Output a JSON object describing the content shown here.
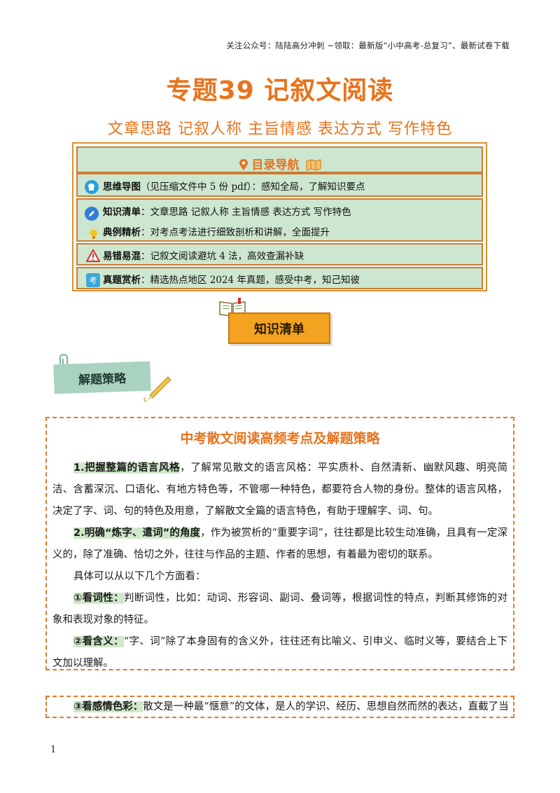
{
  "header_note": "关注公众号：陆陆高分冲刺  ~领取：最新版“小中高考-总复习”、最新试卷下载",
  "title": "专题39  记叙文阅读",
  "subtitle": "文章思路  记叙人称  主旨情感  表达方式  写作特色",
  "nav": {
    "title": "目录导航",
    "rows": [
      {
        "label": "思维导图",
        "text": "（见压缩文件中 5 份 pdf）：感知全局，了解知识要点"
      },
      {
        "label": "知识清单",
        "text": "：文章思路  记叙人称  主旨情感  表达方式  写作特色"
      },
      {
        "label": "典例精析",
        "text": "：对考点考法进行细致剖析和讲解，全面提升"
      },
      {
        "label": "易错易混",
        "text": "：记叙文阅读避坑 4 法，高效查漏补缺"
      },
      {
        "label": "真题赏析",
        "text": "：精选热点地区 2024 年真题，感受中考，知己知彼"
      }
    ],
    "icon_texts": {
      "exam": "考"
    }
  },
  "badge": "知识清单",
  "strategy_tag": "解题策略",
  "box1": {
    "title": "中考散文阅读高频考点及解题策略",
    "p1_head": "1.把握整篇的语言风格",
    "p1_text": "，了解常见散文的语言风格：平实质朴、自然清新、幽默风趣、明亮简洁、含蓄深沉、口语化、有地方特色等，不管哪一种特色，都要符合人物的身份。整体的语言风格，决定了字、词、句的特色及用意，了解散文全篇的语言特色，有助于理解字、词、句。",
    "p2_head": "2.明确“炼字、遣词”的角度",
    "p2_text": "，作为被赏析的“重要字词”，往往都是比较生动准确，且具有一定深义的，除了准确、恰切之外，往往与作品的主题、作者的思想，有着最为密切的联系。",
    "p3_text": "具体可以从以下几个方面看：",
    "p4_head": "①看词性：",
    "p4_text": "判断词性，比如：动词、形容词、副词、叠词等，根据词性的特点，判断其修饰的对象和表现对象的特征。",
    "p5_head": "②看含义：",
    "p5_text": "“字、词”除了本身固有的含义外，往往还有比喻义、引申义、临时义等，要结合上下文加以理解。"
  },
  "box2": {
    "p_head": "③看感情色彩：",
    "p_text": "散文是一种最“惬意”的文体，是人的学识、经历、思想自然而然的表达，直截了当，"
  },
  "page_number": "1",
  "colors": {
    "accent": "#e8731c",
    "nav_row_bg": "#cde6cf",
    "badge": "#f3a31f",
    "highlight": "#cfe8c9"
  }
}
